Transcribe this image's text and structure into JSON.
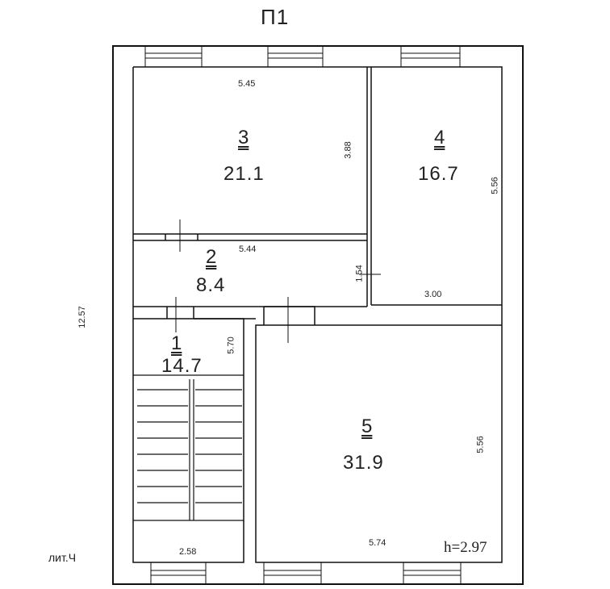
{
  "title": "П1",
  "building_label": "лит.Ч",
  "ceiling_height": "h=2.97",
  "overall_dimension": "12.57",
  "rooms": [
    {
      "number": "1",
      "area": "14.7",
      "dims": [
        "5.70",
        "2.58"
      ]
    },
    {
      "number": "2",
      "area": "8.4",
      "dims": [
        "5.44",
        "1.54"
      ]
    },
    {
      "number": "3",
      "area": "21.1",
      "dims": [
        "5.45",
        "3.88"
      ]
    },
    {
      "number": "4",
      "area": "16.7",
      "dims": [
        "5.56",
        "3.00"
      ]
    },
    {
      "number": "5",
      "area": "31.9",
      "dims": [
        "5.56",
        "5.74"
      ]
    }
  ]
}
